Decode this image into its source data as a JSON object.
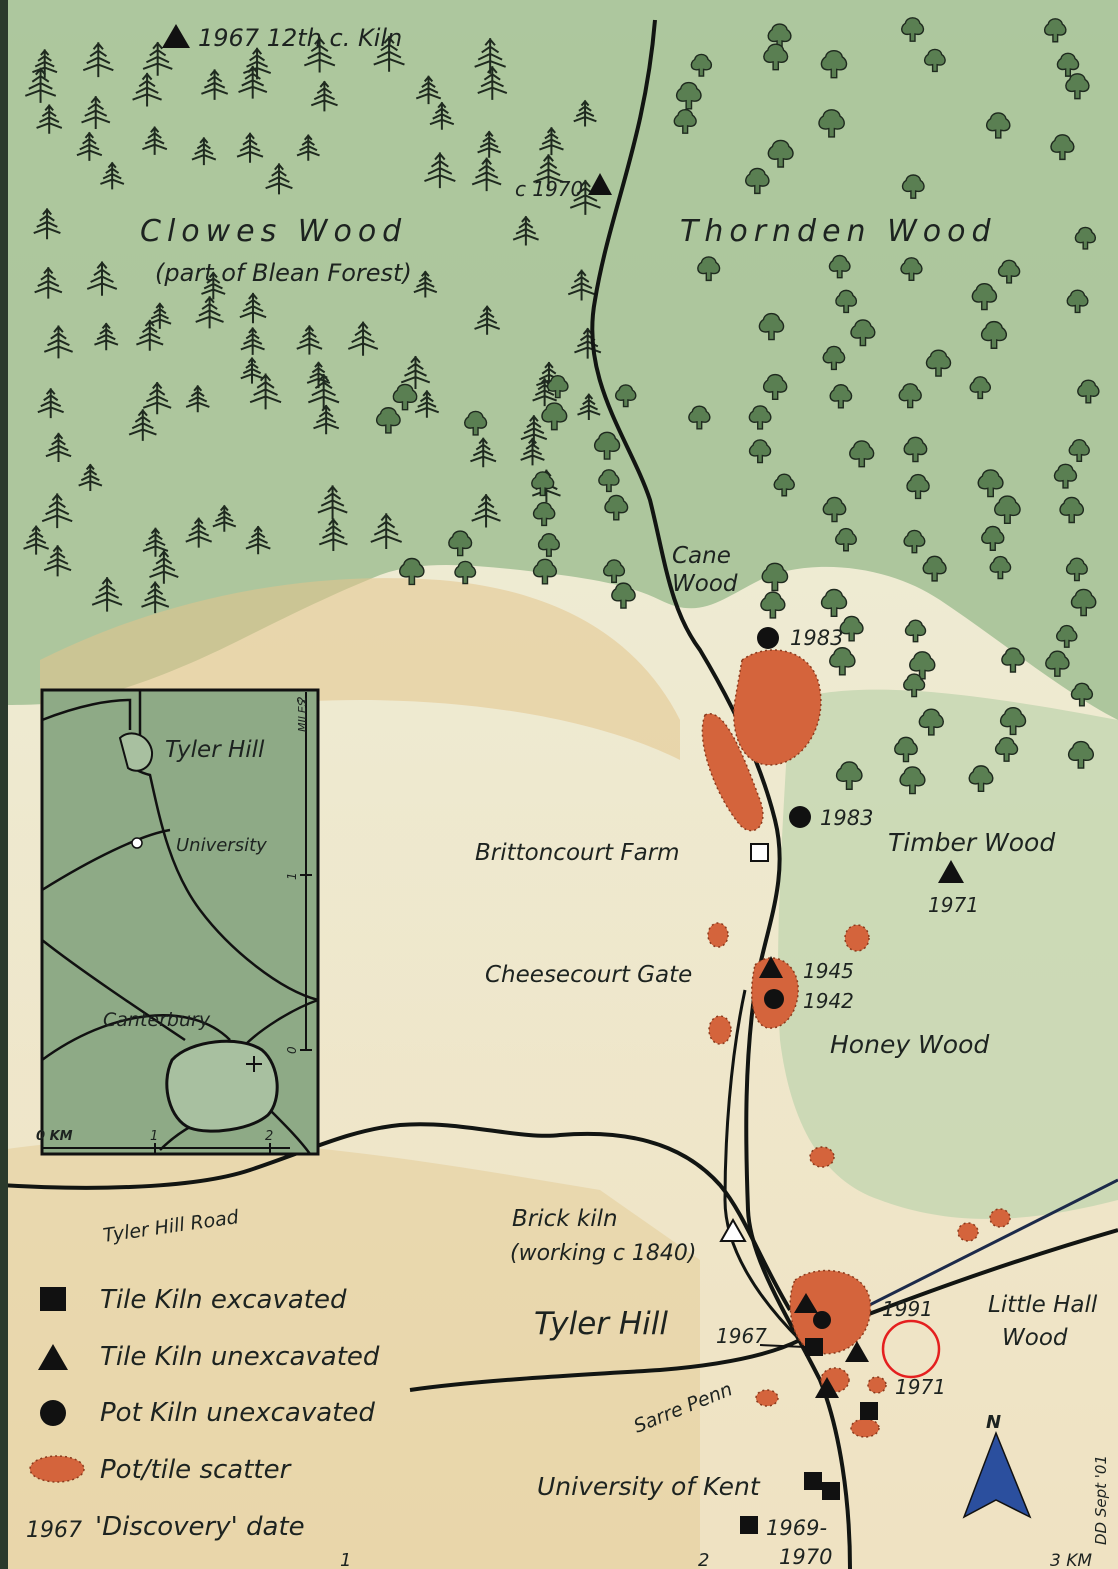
{
  "map": {
    "areas": {
      "clowes_wood": "Clowes Wood",
      "clowes_sub": "(part of Blean Forest)",
      "thornden_wood": "Thornden Wood",
      "cane_wood_1": "Cane",
      "cane_wood_2": "Wood",
      "timber_wood": "Timber Wood",
      "honey_wood": "Honey Wood",
      "little_hall_1": "Little Hall",
      "little_hall_2": "Wood"
    },
    "places": {
      "brittoncourt_farm": "Brittoncourt Farm",
      "cheesecourt_gate": "Cheesecourt Gate",
      "brick_kiln_1": "Brick kiln",
      "brick_kiln_2": "(working c 1840)",
      "tyler_hill": "Tyler Hill",
      "university_of_kent": "University of Kent",
      "tyler_hill_road": "Tyler Hill Road",
      "sarre_penn": "Sarre Penn"
    },
    "sites": {
      "kiln_12c": "1967 12th c. Kiln",
      "c1970": "c 1970",
      "pot_1983_a": "1983",
      "pot_1983_b": "1983",
      "timber_1971": "1971",
      "gate_1945": "1945",
      "gate_1942": "1942",
      "hill_1967": "1967",
      "hill_1991": "1991",
      "hill_1971": "1971",
      "univ_1969": "1969-",
      "univ_1970": "1970"
    },
    "inset": {
      "tyler_hill": "Tyler Hill",
      "university": "University",
      "canterbury": "Canterbury",
      "miles_label": "MILES",
      "miles_ticks": [
        "0",
        "1",
        "2"
      ],
      "km_label": "0 KM",
      "km_ticks": [
        "1",
        "2"
      ]
    },
    "legend": {
      "tile_excavated": "Tile Kiln excavated",
      "tile_unexcavated": "Tile Kiln unexcavated",
      "pot_unexcavated": "Pot Kiln unexcavated",
      "scatter": "Pot/tile scatter",
      "discovery_year": "1967",
      "discovery_label": "'Discovery' date"
    },
    "scale_bar": {
      "ticks": [
        "1",
        "2",
        "3 KM"
      ]
    },
    "north_label": "N",
    "credit": "DD Sept '01",
    "colors": {
      "forest_green": "#a9c49a",
      "tree_fill": "#5a7f52",
      "scatter_red": "#d4643c",
      "paper": "#f1ead2",
      "north_blue": "#2b4f9e",
      "highlight_red": "#e41f1f"
    }
  }
}
